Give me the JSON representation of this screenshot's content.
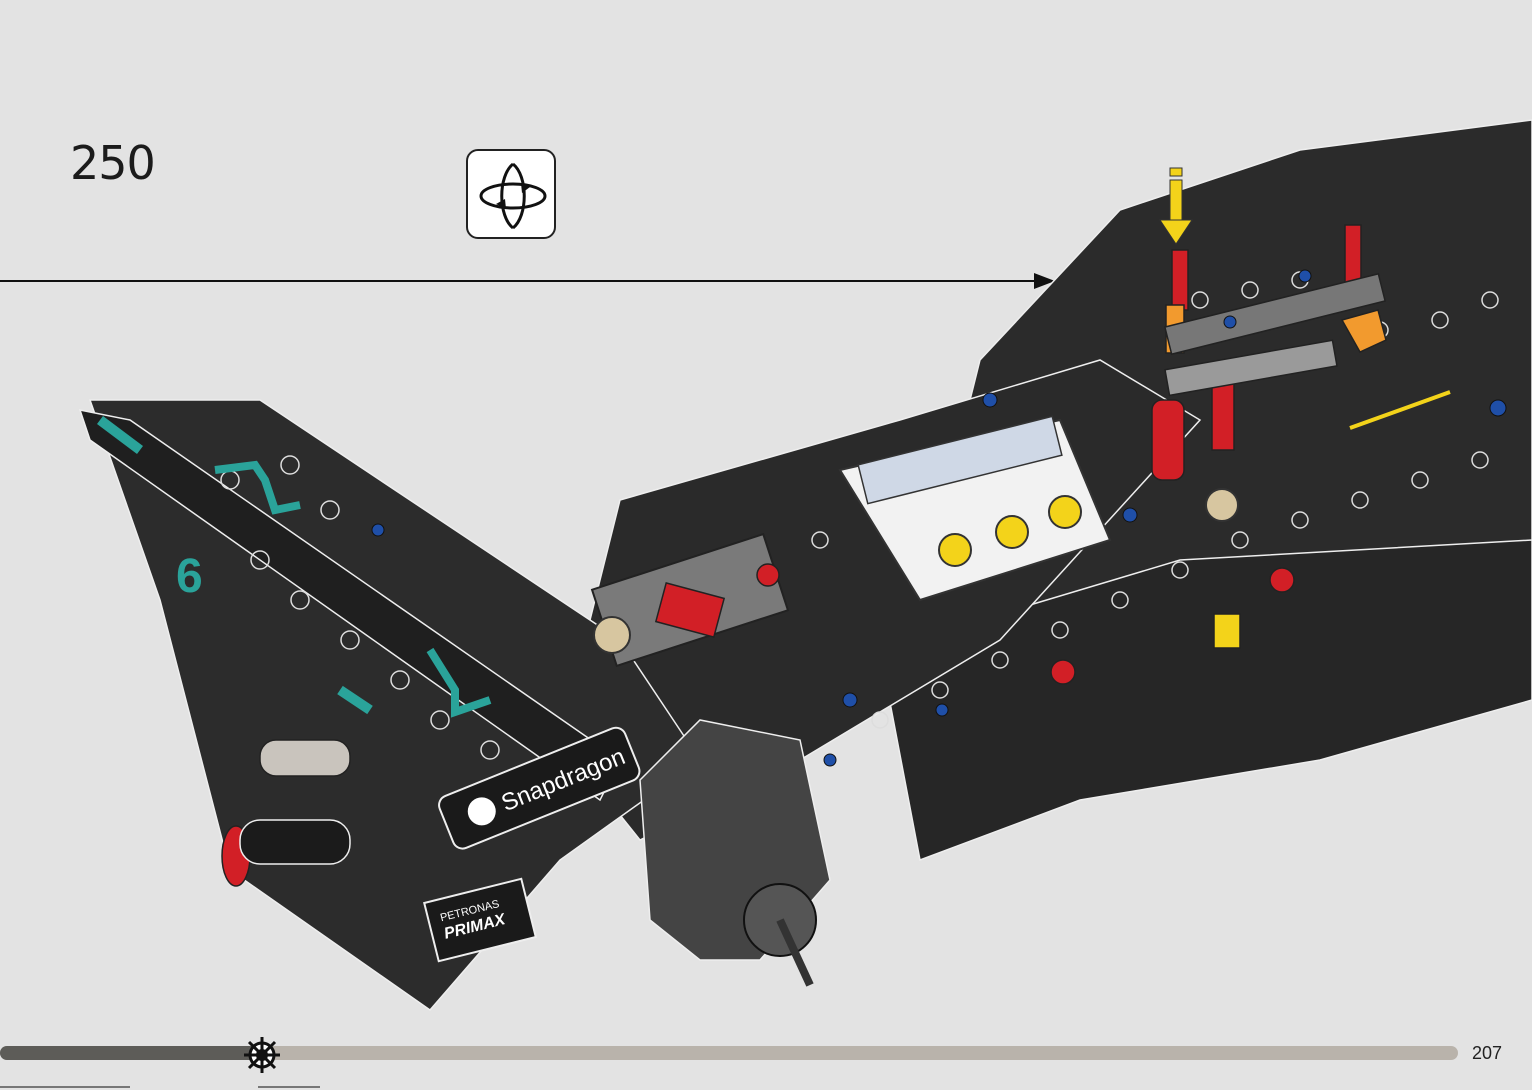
{
  "step": {
    "number": "250"
  },
  "callouts": {
    "rotate_icon": "rotate-model-icon",
    "info_icon": "info-arrow-icon"
  },
  "decals": {
    "sponsor_main": "Snapdragon",
    "sponsor_secondary_line1": "PETRONAS",
    "sponsor_secondary_line2": "PRIMAX",
    "team_number": "6"
  },
  "progress": {
    "fraction": 0.18
  },
  "page": {
    "number": "207"
  },
  "colors": {
    "background": "#e3e3e3",
    "body_dark": "#2b2b2b",
    "petronas_teal": "#2aa39a",
    "accent_red": "#d21f26",
    "accent_yellow": "#f3d31a",
    "accent_orange": "#f29a2e",
    "accent_blue": "#1f4fa8"
  }
}
